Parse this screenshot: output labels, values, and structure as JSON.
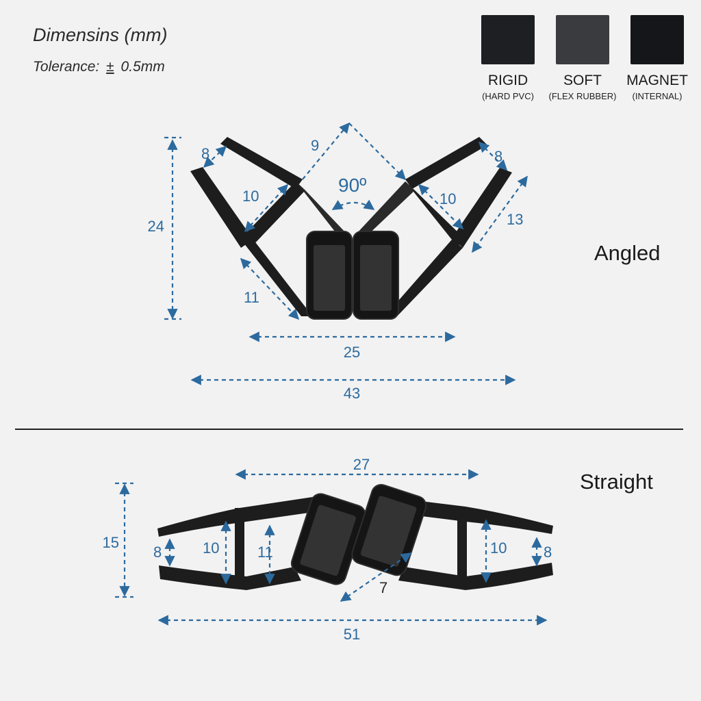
{
  "header": {
    "title": "Dimensins (mm)",
    "tolerance_label": "Tolerance:",
    "tolerance_sign": "±",
    "tolerance_value": "0.5mm"
  },
  "legend": [
    {
      "label": "RIGID",
      "sub": "(HARD PVC)",
      "color": "#1e1f22"
    },
    {
      "label": "SOFT",
      "sub": "(FLEX RUBBER)",
      "color": "#3a3b3e"
    },
    {
      "label": "MAGNET",
      "sub": "(INTERNAL)",
      "color": "#15161a"
    }
  ],
  "angled": {
    "label": "Angled",
    "dims": {
      "height": "24",
      "top_left_flange": "8",
      "top_span": "9",
      "right_flange": "8",
      "inner_left": "10",
      "angle": "90º",
      "inner_right": "10",
      "right_side": "13",
      "lower_left": "11",
      "bottom_inner": "25",
      "bottom_overall": "43"
    }
  },
  "straight": {
    "label": "Straight",
    "dims": {
      "top_span": "27",
      "height": "15",
      "left_gap": "8",
      "left_inner": "10",
      "center_inner": "11",
      "right_inner": "10",
      "right_gap": "8",
      "magnet": "7",
      "overall": "51"
    }
  }
}
